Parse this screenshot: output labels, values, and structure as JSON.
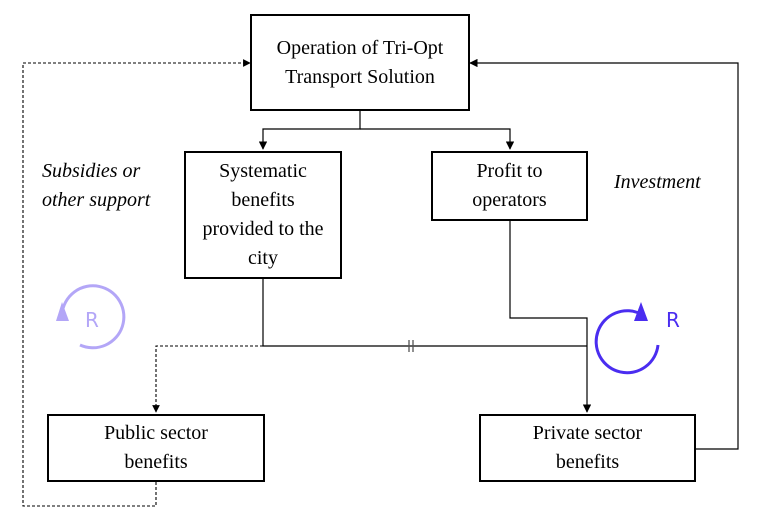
{
  "nodes": {
    "operation": "Operation of Tri-Opt Transport Solution",
    "systematic": "Systematic benefits provided to the city",
    "profit": "Profit to operators",
    "public": "Public sector benefits",
    "private": "Private sector benefits"
  },
  "labels": {
    "subsidies": "Subsidies or other support",
    "investment": "Investment"
  },
  "loops": {
    "left": {
      "letter": "R",
      "color": "#b3a6f7"
    },
    "right": {
      "letter": "R",
      "color": "#4a2df0"
    }
  },
  "colors": {
    "line": "#000000",
    "delay_mark": "#555555"
  }
}
